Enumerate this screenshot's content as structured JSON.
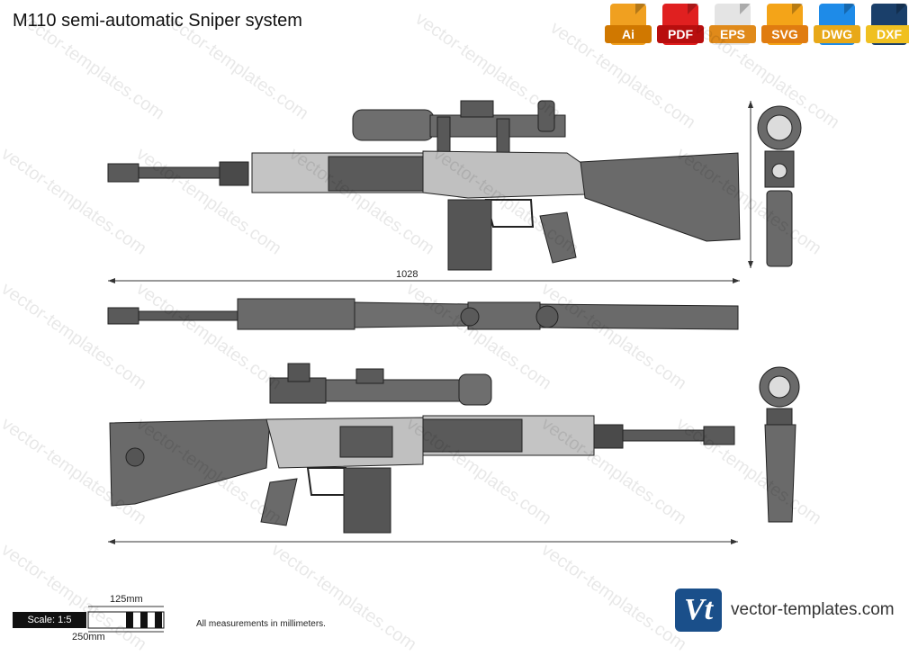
{
  "title": "M110 semi-automatic Sniper system",
  "formats": [
    {
      "label": "Ai",
      "color": "#f0a020",
      "icon": "ai-file-icon"
    },
    {
      "label": "PDF",
      "color": "#e02020",
      "icon": "pdf-file-icon"
    },
    {
      "label": "EPS",
      "color": "#e0e0e0",
      "icon": "eps-file-icon"
    },
    {
      "label": "SVG",
      "color": "#f4a418",
      "icon": "svg-file-icon"
    },
    {
      "label": "DWG",
      "color": "#1e8be8",
      "icon": "dwg-file-icon"
    },
    {
      "label": "DXF",
      "color": "#1a3f6a",
      "icon": "dxf-file-icon"
    }
  ],
  "dimensions": {
    "overall_length": "1028"
  },
  "scale": {
    "label": "Scale: 1:5",
    "mark_125": "125mm",
    "mark_250": "250mm"
  },
  "note": "All measurements in millimeters.",
  "brand": {
    "logo_text": "Vt",
    "site": "vector-templates.com",
    "watermark": "vector-templates.com"
  },
  "colors": {
    "body_gray": "#6e6e6e",
    "light_gray": "#c4c4c4",
    "dark": "#2e2e2e"
  }
}
